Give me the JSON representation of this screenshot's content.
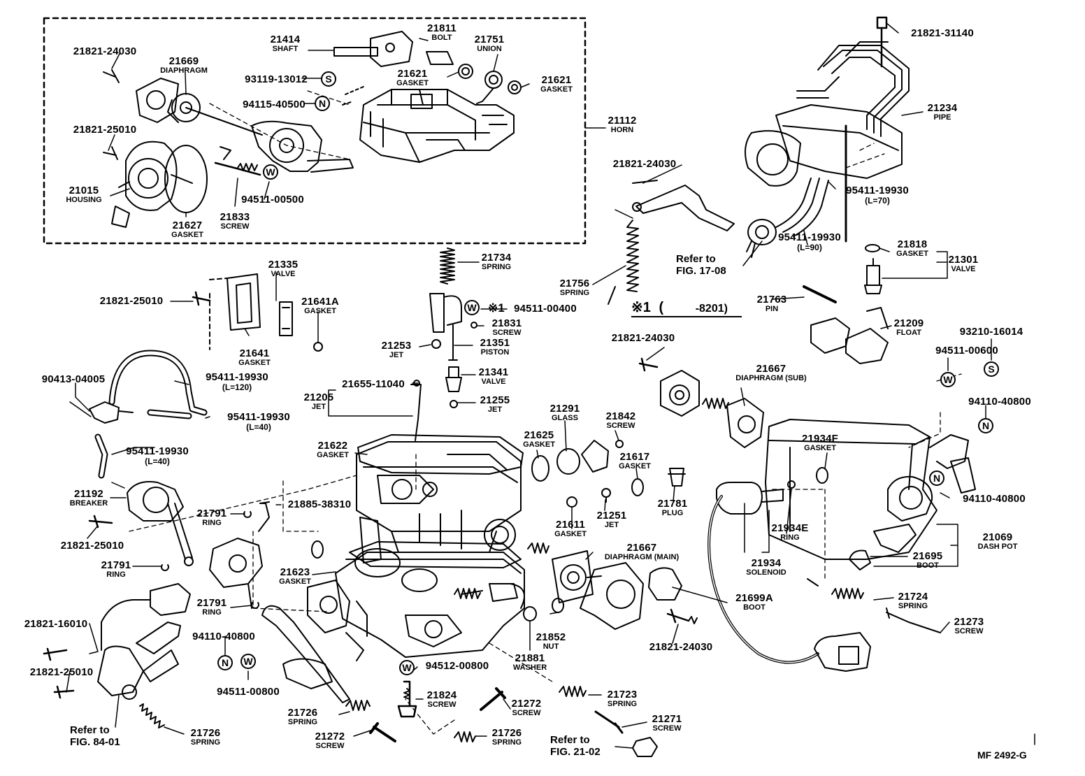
{
  "parts": [
    {
      "id": "p1",
      "number": "21821-24030",
      "name": ""
    },
    {
      "id": "p2",
      "number": "21669",
      "name": "DIAPHRAGM"
    },
    {
      "id": "p3",
      "number": "21414",
      "name": "SHAFT"
    },
    {
      "id": "p4",
      "number": "21811",
      "name": "BOLT"
    },
    {
      "id": "p5",
      "number": "21751",
      "name": "UNION"
    },
    {
      "id": "p6",
      "number": "21621",
      "name": "GASKET"
    },
    {
      "id": "p7",
      "number": "21621",
      "name": "GASKET"
    },
    {
      "id": "p8",
      "number": "93119-13012",
      "name": ""
    },
    {
      "id": "p9",
      "number": "94115-40500",
      "name": ""
    },
    {
      "id": "p10",
      "number": "21112",
      "name": "HORN"
    },
    {
      "id": "p11",
      "number": "21821-25010",
      "name": ""
    },
    {
      "id": "p12",
      "number": "21015",
      "name": "HOUSING"
    },
    {
      "id": "p13",
      "number": "21627",
      "name": "GASKET"
    },
    {
      "id": "p14",
      "number": "21833",
      "name": "SCREW"
    },
    {
      "id": "p15",
      "number": "94511-00500",
      "name": ""
    },
    {
      "id": "p16",
      "number": "21821-31140",
      "name": ""
    },
    {
      "id": "p17",
      "number": "21234",
      "name": "PIPE"
    },
    {
      "id": "p18",
      "number": "21821-24030",
      "name": ""
    },
    {
      "id": "p19",
      "number": "95411-19930",
      "name": "(L=70)"
    },
    {
      "id": "p20",
      "number": "95411-19930",
      "name": "(L=90)"
    },
    {
      "id": "p21",
      "number": "21818",
      "name": "GASKET"
    },
    {
      "id": "p22",
      "number": "21301",
      "name": "VALVE"
    },
    {
      "id": "p23",
      "number": "21335",
      "name": "VALVE"
    },
    {
      "id": "p24",
      "number": "21821-25010",
      "name": ""
    },
    {
      "id": "p25",
      "number": "21641A",
      "name": "GASKET"
    },
    {
      "id": "p26",
      "number": "21641",
      "name": "GASKET"
    },
    {
      "id": "p27",
      "number": "21734",
      "name": "SPRING"
    },
    {
      "id": "p28",
      "number": "94511-00400",
      "name": ""
    },
    {
      "id": "p29",
      "number": "21831",
      "name": "SCREW"
    },
    {
      "id": "p30",
      "number": "21253",
      "name": "JET"
    },
    {
      "id": "p31",
      "number": "21351",
      "name": "PISTON"
    },
    {
      "id": "p32",
      "number": "21341",
      "name": "VALVE"
    },
    {
      "id": "p33",
      "number": "21255",
      "name": "JET"
    },
    {
      "id": "p34",
      "number": "21756",
      "name": "SPRING"
    },
    {
      "id": "p35",
      "number": "21763",
      "name": "PIN"
    },
    {
      "id": "p36",
      "number": "21209",
      "name": "FLOAT"
    },
    {
      "id": "p37",
      "number": "93210-16014",
      "name": ""
    },
    {
      "id": "p38",
      "number": "90413-04005",
      "name": ""
    },
    {
      "id": "p39",
      "number": "95411-19930",
      "name": "(L=120)"
    },
    {
      "id": "p40",
      "number": "95411-19930",
      "name": "(L=40)"
    },
    {
      "id": "p41",
      "number": "95411-19930",
      "name": "(L=40)"
    },
    {
      "id": "p42",
      "number": "21205",
      "name": "JET"
    },
    {
      "id": "p43",
      "number": "21655-11040",
      "name": ""
    },
    {
      "id": "p44",
      "number": "21821-24030",
      "name": ""
    },
    {
      "id": "p45",
      "number": "21667",
      "name": "DIAPHRAGM (SUB)"
    },
    {
      "id": "p46",
      "number": "94511-00600",
      "name": ""
    },
    {
      "id": "p47",
      "number": "21291",
      "name": "GLASS"
    },
    {
      "id": "p48",
      "number": "21842",
      "name": "SCREW"
    },
    {
      "id": "p49",
      "number": "21625",
      "name": "GASKET"
    },
    {
      "id": "p50",
      "number": "21622",
      "name": "GASKET"
    },
    {
      "id": "p51",
      "number": "21617",
      "name": "GASKET"
    },
    {
      "id": "p52",
      "number": "94110-40800",
      "name": ""
    },
    {
      "id": "p53",
      "number": "21934F",
      "name": "GASKET"
    },
    {
      "id": "p54",
      "number": "21192",
      "name": "BREAKER"
    },
    {
      "id": "p55",
      "number": "21791",
      "name": "RING"
    },
    {
      "id": "p56",
      "number": "21885-38310",
      "name": ""
    },
    {
      "id": "p57",
      "number": "21781",
      "name": "PLUG"
    },
    {
      "id": "p58",
      "number": "21251",
      "name": "JET"
    },
    {
      "id": "p59",
      "number": "94110-40800",
      "name": ""
    },
    {
      "id": "p60",
      "number": "21821-25010",
      "name": ""
    },
    {
      "id": "p61",
      "number": "21611",
      "name": "GASKET"
    },
    {
      "id": "p62",
      "number": "21934E",
      "name": "RING"
    },
    {
      "id": "p63",
      "number": "21069",
      "name": "DASH POT"
    },
    {
      "id": "p64",
      "number": "21791",
      "name": "RING"
    },
    {
      "id": "p65",
      "number": "21667",
      "name": "DIAPHRAGM (MAIN)"
    },
    {
      "id": "p66",
      "number": "21934",
      "name": "SOLENOID"
    },
    {
      "id": "p67",
      "number": "21695",
      "name": "BOOT"
    },
    {
      "id": "p68",
      "number": "21623",
      "name": "GASKET"
    },
    {
      "id": "p69",
      "number": "21791",
      "name": "RING"
    },
    {
      "id": "p70",
      "number": "21699A",
      "name": "BOOT"
    },
    {
      "id": "p71",
      "number": "21724",
      "name": "SPRING"
    },
    {
      "id": "p72",
      "number": "21821-16010",
      "name": ""
    },
    {
      "id": "p73",
      "number": "21852",
      "name": "NUT"
    },
    {
      "id": "p74",
      "number": "21273",
      "name": "SCREW"
    },
    {
      "id": "p75",
      "number": "94110-40800",
      "name": ""
    },
    {
      "id": "p76",
      "number": "21821-24030",
      "name": ""
    },
    {
      "id": "p77",
      "number": "21881",
      "name": "WASHER"
    },
    {
      "id": "p78",
      "number": "21821-25010",
      "name": ""
    },
    {
      "id": "p79",
      "number": "94512-00800",
      "name": ""
    },
    {
      "id": "p80",
      "number": "94511-00800",
      "name": ""
    },
    {
      "id": "p81",
      "number": "21824",
      "name": "SCREW"
    },
    {
      "id": "p82",
      "number": "21723",
      "name": "SPRING"
    },
    {
      "id": "p83",
      "number": "21726",
      "name": "SPRING"
    },
    {
      "id": "p84",
      "number": "21272",
      "name": "SCREW"
    },
    {
      "id": "p85",
      "number": "21271",
      "name": "SCREW"
    },
    {
      "id": "p86",
      "number": "21726",
      "name": "SPRING"
    },
    {
      "id": "p87",
      "number": "21272",
      "name": "SCREW"
    },
    {
      "id": "p88",
      "number": "21726",
      "name": "SPRING"
    }
  ],
  "references": {
    "fig_17_08": "Refer to\nFIG. 17-08",
    "fig_84_01": "Refer to\nFIG. 84-01",
    "fig_21_02": "Refer to\nFIG. 21-02"
  },
  "note": {
    "mark": "※1",
    "open": "(",
    "range": "-8201)"
  },
  "footnote_mark": "※1",
  "symbols": {
    "s": "S",
    "n": "N",
    "w": "W"
  },
  "diagram_code": "MF 2492-G"
}
